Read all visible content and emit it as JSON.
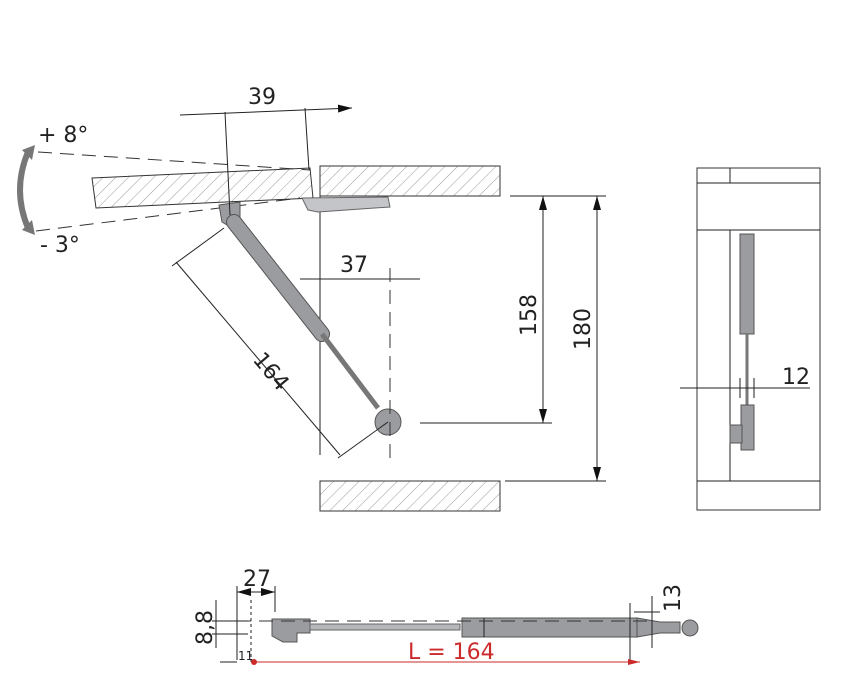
{
  "side_view": {
    "angle_up": "+ 8°",
    "angle_down": "- 3°",
    "dim_hinge_offset": "39",
    "dim_pivot_offset": "37",
    "dim_strut_length": "164",
    "dim_inner_height": "158",
    "dim_outer_height": "180"
  },
  "front_view": {
    "dim_width": "12"
  },
  "strut_view": {
    "dim_eye_offset": "27",
    "dim_height": "8,8",
    "dim_end": "13",
    "dim_small": "11",
    "length_label": "L = 164"
  },
  "colors": {
    "length_line": "#cc2b2b",
    "part": "#9a9ca0"
  }
}
